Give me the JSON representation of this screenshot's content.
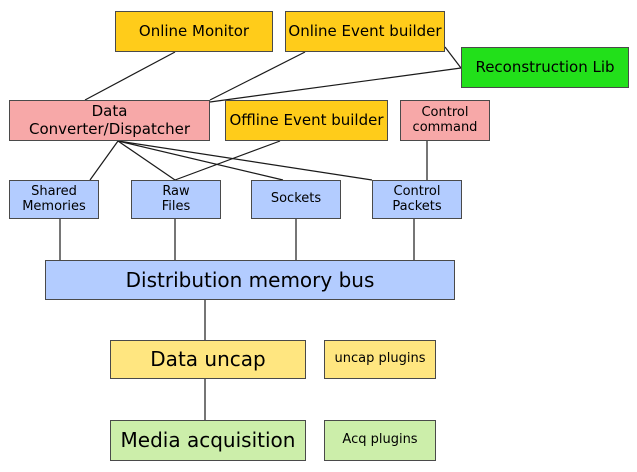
{
  "diagram": {
    "colors": {
      "yellow": "#FFCC1A",
      "green": "#22E01A",
      "pink": "#F7A8A8",
      "blue": "#B3CCFF",
      "light_yellow": "#FFE680",
      "light_green": "#CCEEAA",
      "connector": "#1a1a1a"
    },
    "nodes": {
      "online_monitor": {
        "label": "Online Monitor"
      },
      "online_event_builder": {
        "label": "Online Event builder"
      },
      "reconstruction_lib": {
        "label": "Reconstruction Lib"
      },
      "data_converter": {
        "label": "Data Converter/Dispatcher"
      },
      "offline_event_builder": {
        "label": "Offline Event builder"
      },
      "control_command": {
        "label": "Control\ncommand"
      },
      "shared_memories": {
        "label": "Shared\nMemories"
      },
      "raw_files": {
        "label": "Raw\nFiles"
      },
      "sockets": {
        "label": "Sockets"
      },
      "control_packets": {
        "label": "Control\nPackets"
      },
      "distribution_bus": {
        "label": "Distribution memory bus"
      },
      "data_uncap": {
        "label": "Data uncap"
      },
      "uncap_plugins": {
        "label": "uncap plugins"
      },
      "media_acquisition": {
        "label": "Media acquisition"
      },
      "acq_plugins": {
        "label": "Acq plugins"
      }
    }
  }
}
